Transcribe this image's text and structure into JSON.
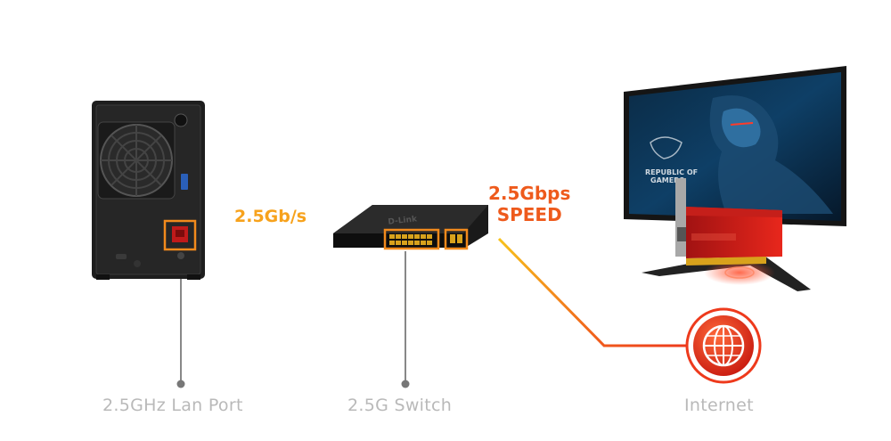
{
  "links": {
    "nas_to_switch_speed": "2.5Gb/s",
    "switch_to_pc_speed_line1": "2.5Gbps",
    "switch_to_pc_speed_line2": "SPEED"
  },
  "devices": {
    "nas": {
      "label": "2.5GHz Lan Port"
    },
    "switch": {
      "label": "2.5G Switch",
      "brand_text": "D-Link"
    },
    "pc": {
      "screen_text_line1": "REPUBLIC OF",
      "screen_text_line2": "GAMERS"
    },
    "internet": {
      "label": "Internet"
    }
  },
  "colors": {
    "accent_orange": "#f7a21c",
    "accent_red": "#ee3a1c",
    "label_gray": "#b9b9b9"
  }
}
